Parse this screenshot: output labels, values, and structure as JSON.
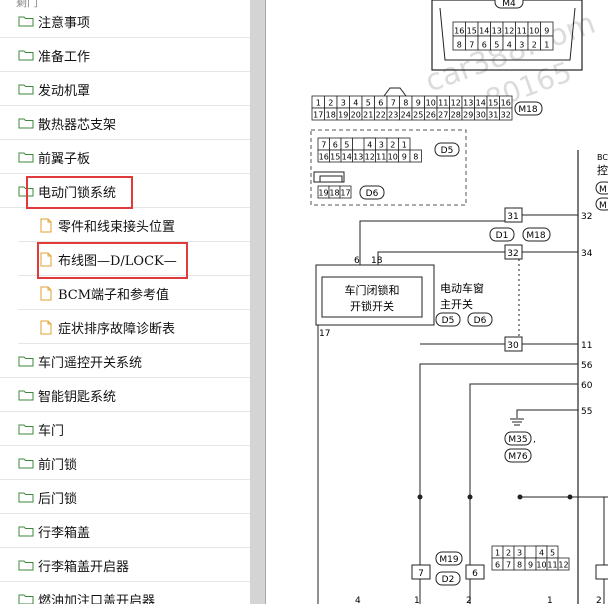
{
  "sidebar": {
    "top_label": "剩门",
    "items": [
      {
        "label": "注意事项",
        "kind": "folder"
      },
      {
        "label": "准备工作",
        "kind": "folder"
      },
      {
        "label": "发动机罩",
        "kind": "folder"
      },
      {
        "label": "散热器芯支架",
        "kind": "folder"
      },
      {
        "label": "前翼子板",
        "kind": "folder"
      },
      {
        "label": "电动门锁系统",
        "kind": "folder",
        "highlighted": true
      },
      {
        "label": "零件和线束接头位置",
        "kind": "document"
      },
      {
        "label": "布线图—D/LOCK—",
        "kind": "document",
        "highlighted": true
      },
      {
        "label": "BCM端子和参考值",
        "kind": "document"
      },
      {
        "label": "症状排序故障诊断表",
        "kind": "document"
      },
      {
        "label": "车门遥控开关系统",
        "kind": "folder"
      },
      {
        "label": "智能钥匙系统",
        "kind": "folder"
      },
      {
        "label": "车门",
        "kind": "folder"
      },
      {
        "label": "前门锁",
        "kind": "folder"
      },
      {
        "label": "后门锁",
        "kind": "folder"
      },
      {
        "label": "行李箱盖",
        "kind": "folder"
      },
      {
        "label": "行李箱盖开启器",
        "kind": "folder"
      },
      {
        "label": "燃油加注口盖开启器",
        "kind": "folder"
      }
    ],
    "colors": {
      "highlight": "#e23a3a",
      "folder_stroke": "#3d8a3d",
      "folder_fill": "#fff",
      "doc_stroke": "#e0a030"
    }
  },
  "diagram": {
    "m4": "M4",
    "top_connector_row1": [
      "16",
      "15",
      "14",
      "13",
      "12",
      "11",
      "10",
      "9"
    ],
    "top_connector_row2": [
      "8",
      "7",
      "6",
      "5",
      "4",
      "3",
      "2",
      "1"
    ],
    "m18_row1": [
      "1",
      "2",
      "3",
      "4",
      "5",
      "6",
      "7",
      "8",
      "9",
      "10",
      "11",
      "12",
      "13",
      "14",
      "15",
      "16"
    ],
    "m18_row2": [
      "17",
      "18",
      "19",
      "20",
      "21",
      "22",
      "23",
      "24",
      "25",
      "26",
      "27",
      "28",
      "29",
      "30",
      "31",
      "32"
    ],
    "m18": "M18",
    "d5_row1": [
      "7",
      "6",
      "5",
      "",
      "4",
      "3",
      "2",
      "1"
    ],
    "d5_row2": [
      "16",
      "15",
      "14",
      "13",
      "12",
      "11",
      "10",
      "9",
      "8"
    ],
    "d5": "D5",
    "d6_row": [
      "19",
      "18",
      "17"
    ],
    "d6": "D6",
    "bcm_partial": "BC",
    "bcm_partial2": "控",
    "m_partial": "M",
    "pin_31": "31",
    "pin_32": "32",
    "pin_34": "34",
    "pin_30": "30",
    "pin_11": "11",
    "pin_56": "56",
    "pin_60": "60",
    "pin_55": "55",
    "pin_6": "6",
    "pin_18": "18",
    "pin_17": "17",
    "d1": "D1",
    "m18_label": "M18",
    "switch_line1": "车门闭锁和",
    "switch_line2": "开锁开关",
    "window_line1": "电动车窗",
    "window_line2": "主开关",
    "d5_ref": "D5",
    "d6_ref": "D6",
    "m35": "M35",
    "m76": "M76",
    "m19": "M19",
    "d2": "D2",
    "pin_7": "7",
    "pin_6b": "6",
    "bottom_conn_row1": [
      "1",
      "2",
      "3",
      "",
      "4",
      "5"
    ],
    "bottom_conn_row2": [
      "6",
      "7",
      "8",
      "9",
      "10",
      "11",
      "12"
    ],
    "pin_bottom_4": "4",
    "pin_bottom_1": "1",
    "pin_bottom_2": "2",
    "pin_bottom_1b": "1",
    "pin_bottom_2b": "2",
    "watermark1": "car388.com",
    "watermark2": "80165"
  }
}
